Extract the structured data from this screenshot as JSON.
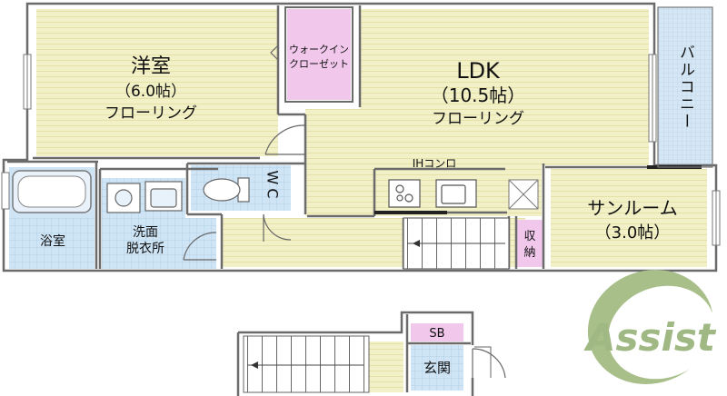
{
  "rooms": {
    "western_room": {
      "name": "洋室",
      "size": "（6.0帖）",
      "floor": "フローリング"
    },
    "walk_in_closet": {
      "line1": "ウォークイン",
      "line2": "クローゼット"
    },
    "ldk": {
      "name": "LDK",
      "size": "（10.5帖）",
      "floor": "フローリング"
    },
    "balcony": {
      "name": "バルコニー"
    },
    "ih_stove": {
      "label": "IHコンロ"
    },
    "toilet": {
      "name": "WC"
    },
    "sunroom": {
      "name": "サンルーム",
      "size": "（3.0帖）"
    },
    "bath": {
      "name": "浴室"
    },
    "washroom": {
      "line1": "洗面",
      "line2": "脱衣所"
    },
    "storage": {
      "line1": "収",
      "line2": "納"
    },
    "shoe_box": {
      "label": "SB"
    },
    "entrance": {
      "name": "玄関"
    }
  },
  "logo": {
    "text": "Assist"
  },
  "colors": {
    "floor_yellow": "#f2f0c6",
    "closet_pink": "#f1c8ec",
    "wet_area_blue": "#cfe5f5",
    "tile_blue": "#c5dcf0",
    "wall": "#6b6b6b",
    "logo_green": "#a8bf8a"
  }
}
